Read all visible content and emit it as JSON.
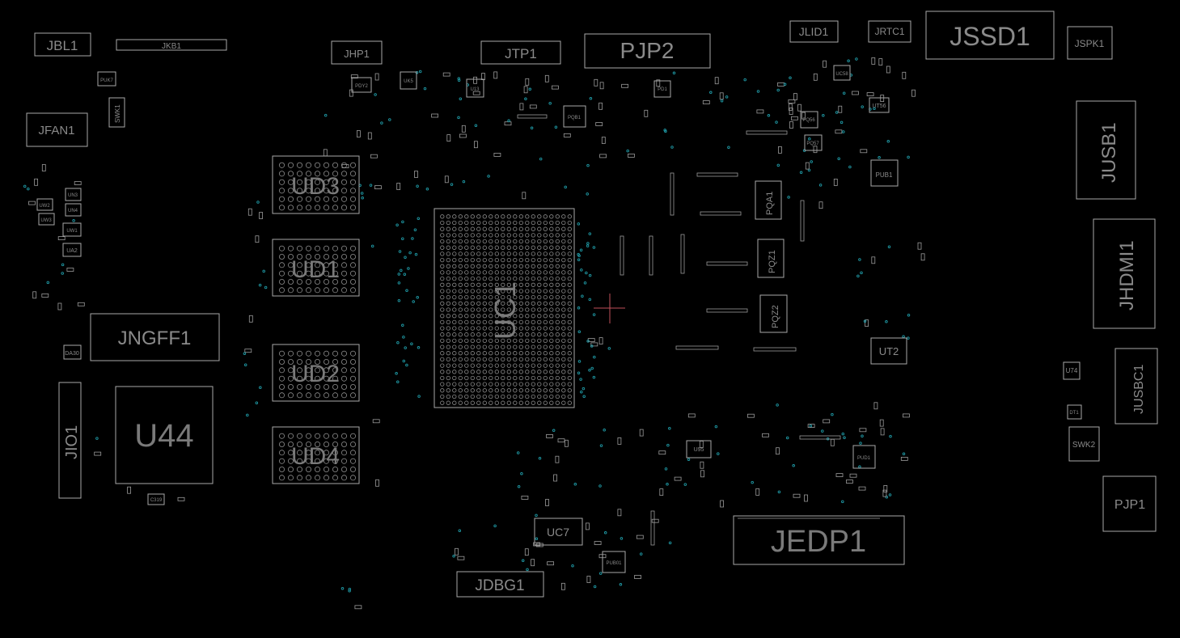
{
  "designators": {
    "JBL1": "JBL1",
    "JKB1": "JKB1",
    "JHP1": "JHP1",
    "JTP1": "JTP1",
    "PJP2": "PJP2",
    "JLID1": "JLID1",
    "JRTC1": "JRTC1",
    "JSSD1": "JSSD1",
    "JSPK1": "JSPK1",
    "JFAN1": "JFAN1",
    "SWK1": "SWK1",
    "PUK7": "PUK7",
    "UD3": "UD3",
    "UD1": "UD1",
    "UD2": "UD2",
    "UD4": "UD4",
    "UC1": "UC1",
    "JNGFF1": "JNGFF1",
    "U44": "U44",
    "JIO1": "JIO1",
    "JUSB1": "JUSB1",
    "JHDMI1": "JHDMI1",
    "JUSBC1": "JUSBC1",
    "UT2": "UT2",
    "PQA1": "PQA1",
    "PQZ1": "PQZ1",
    "PQZ2": "PQZ2",
    "PUB1": "PUB1",
    "UT56": "UT56",
    "SWK2": "SWK2",
    "PJP1": "PJP1",
    "U74": "U74",
    "JEDP1": "JEDP1",
    "UC7": "UC7",
    "JDBG1": "JDBG1",
    "UK5": "UK5",
    "U13": "U13",
    "PDY2": "PDY2",
    "PQB1": "PQB1",
    "UW1": "UW1",
    "UA2": "UA2",
    "DA30": "DA30",
    "UN3": "UN3",
    "UN4": "UN4",
    "UW2": "UW2",
    "UW3": "UW3",
    "U95": "U95",
    "PUB01": "PUB01",
    "PUD1": "PUD1",
    "UC58": "UC58",
    "PQ56": "PQ56",
    "PQ57": "PQ57",
    "PD1": "PD1",
    "DT1": "DT1",
    "C319": "C319"
  },
  "colors": {
    "background": "#000000",
    "silkscreen": "#a8a8a8",
    "via": "#1f9aa6",
    "cursor": "#c0505a"
  }
}
